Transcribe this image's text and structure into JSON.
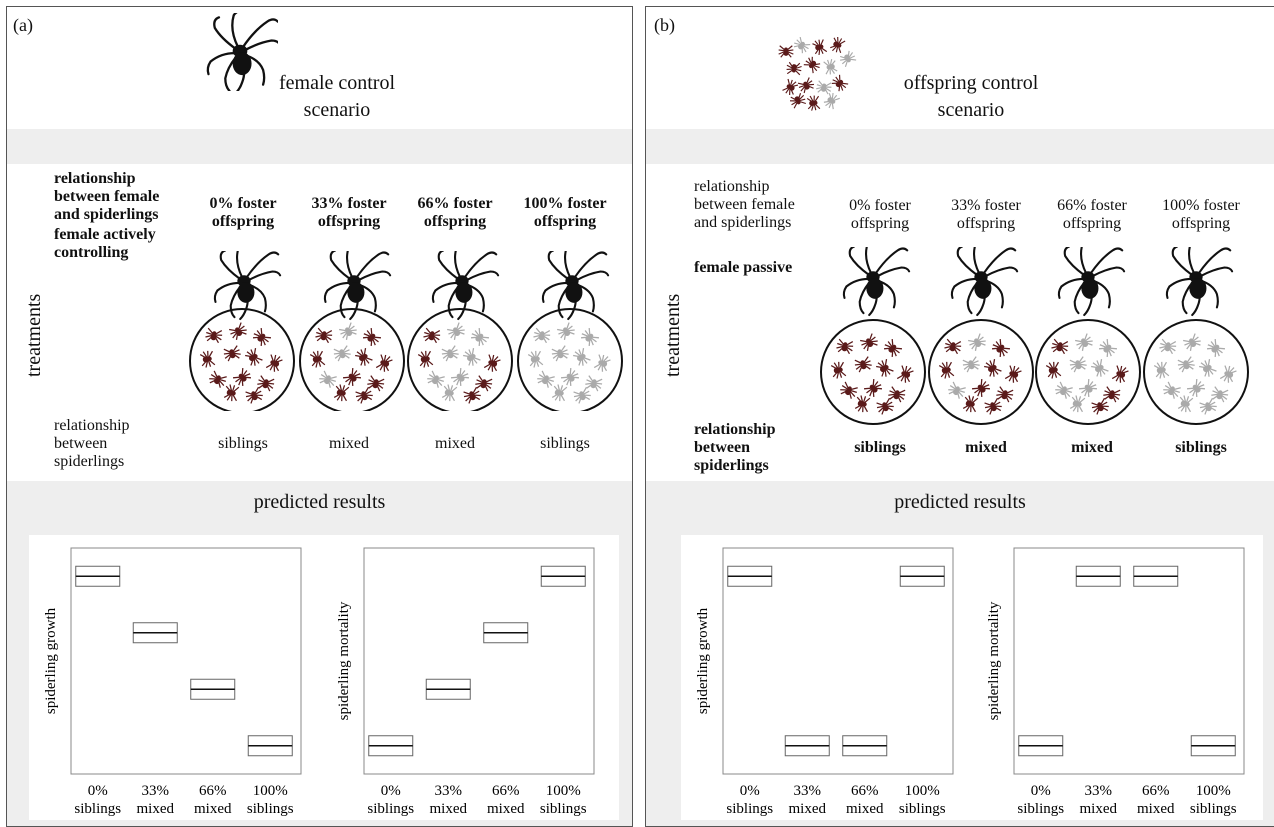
{
  "panel_a": {
    "label": "(a)",
    "scenario_title_line1": "female control",
    "scenario_title_line2": "scenario",
    "header_rel_female": "relationship between female and spiderlings",
    "header_rel_female_l1": "relationship",
    "header_rel_female_l2": "between female",
    "header_rel_female_l3": "and spiderlings",
    "treatments_l1": [
      "0% foster",
      "33% foster",
      "66% foster",
      "100% foster"
    ],
    "treatments_l2": [
      "offspring",
      "offspring",
      "offspring",
      "offspring"
    ],
    "female_state_l1": "female actively",
    "female_state_l2": "controlling",
    "treatments_axis": "treatments",
    "rel_spider_l1": "relationship",
    "rel_spider_l2": "between",
    "rel_spider_l3": "spiderlings",
    "rel_values": [
      "siblings",
      "mixed",
      "mixed",
      "siblings"
    ],
    "predicted": "predicted results",
    "graph_growth_ylabel": "spiderling growth",
    "graph_mortality_ylabel": "spiderling mortality",
    "x_ticks_l1": [
      "0%",
      "33%",
      "66%",
      "100%"
    ],
    "x_ticks_l2": [
      "siblings",
      "mixed",
      "mixed",
      "siblings"
    ]
  },
  "panel_b": {
    "label": "(b)",
    "scenario_title_line1": "offspring control",
    "scenario_title_line2": "scenario",
    "header_rel_female_l1": "relationship",
    "header_rel_female_l2": "between female",
    "header_rel_female_l3": "and spiderlings",
    "treatments_l1": [
      "0% foster",
      "33% foster",
      "66% foster",
      "100% foster"
    ],
    "treatments_l2": [
      "offspring",
      "offspring",
      "offspring",
      "offspring"
    ],
    "female_state": "female passive",
    "treatments_axis": "treatments",
    "rel_spider_l1": "relationship",
    "rel_spider_l2": "between",
    "rel_spider_l3": "spiderlings",
    "rel_values": [
      "siblings",
      "mixed",
      "mixed",
      "siblings"
    ],
    "predicted": "predicted results",
    "graph_growth_ylabel": "spiderling growth",
    "graph_mortality_ylabel": "spiderling mortality",
    "x_ticks_l1": [
      "0%",
      "33%",
      "66%",
      "100%"
    ],
    "x_ticks_l2": [
      "siblings",
      "mixed",
      "mixed",
      "siblings"
    ]
  },
  "colors": {
    "own_spiderling": "#5a1a1a",
    "foster_spiderling": "#aaaaaa",
    "band": "#eeeeee",
    "frame": "#888888"
  },
  "chart_data": [
    {
      "type": "scatter",
      "panel": "a",
      "ylabel": "spiderling growth",
      "categories": [
        "0% siblings",
        "33% mixed",
        "66% mixed",
        "100% siblings"
      ],
      "values": [
        4,
        3,
        2,
        1
      ],
      "ylim": [
        0.5,
        4.5
      ]
    },
    {
      "type": "scatter",
      "panel": "a",
      "ylabel": "spiderling mortality",
      "categories": [
        "0% siblings",
        "33% mixed",
        "66% mixed",
        "100% siblings"
      ],
      "values": [
        1,
        2,
        3,
        4
      ],
      "ylim": [
        0.5,
        4.5
      ]
    },
    {
      "type": "scatter",
      "panel": "b",
      "ylabel": "spiderling growth",
      "categories": [
        "0% siblings",
        "33% mixed",
        "66% mixed",
        "100% siblings"
      ],
      "values": [
        4,
        1,
        1,
        4
      ],
      "ylim": [
        0.5,
        4.5
      ]
    },
    {
      "type": "scatter",
      "panel": "b",
      "ylabel": "spiderling mortality",
      "categories": [
        "0% siblings",
        "33% mixed",
        "66% mixed",
        "100% siblings"
      ],
      "values": [
        1,
        4,
        4,
        1
      ],
      "ylim": [
        0.5,
        4.5
      ]
    }
  ]
}
